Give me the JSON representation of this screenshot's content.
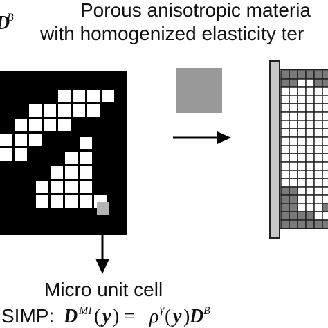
{
  "header": {
    "label_fragment": "D",
    "label_fragment_sup": "B",
    "title_line1": "Porous anisotropic materia",
    "title_line2": "with homogenized elasticity ter"
  },
  "macro_design": {
    "design_bg_color": "#000000",
    "filled_color": "#ffffff",
    "selected_cell_color": "#b3b3b3"
  },
  "homogenized_cell": {
    "color": "#999999"
  },
  "structure": {
    "support_color": "#c8c8c8",
    "dark_cell_color": "#7a7a7a",
    "light_cell_color": "#ffffff"
  },
  "caption": {
    "line1": "Micro unit cell",
    "simp_prefix": "SIMP: ",
    "d": "D",
    "mi": "MI",
    "y_open": " (",
    "y": "y",
    "y_close": ") = ",
    "rho": "ρ",
    "gamma": "γ",
    "y2_open": " (",
    "y2": "y",
    "y2_close": ")",
    "d2": "D",
    "b": "B"
  }
}
